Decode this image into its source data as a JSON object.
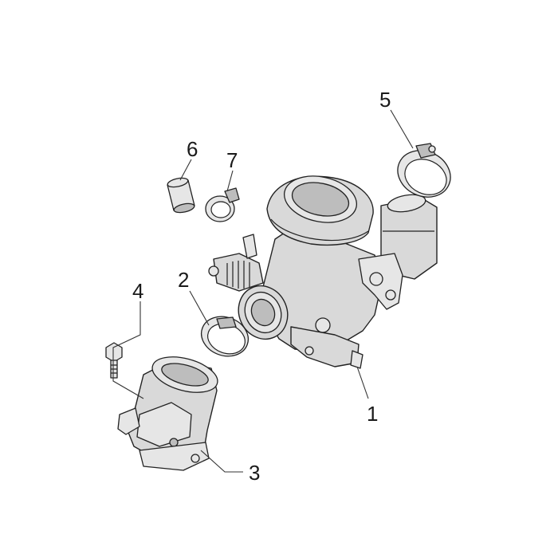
{
  "diagram": {
    "callouts": [
      {
        "id": "1",
        "label": "1"
      },
      {
        "id": "2",
        "label": "2"
      },
      {
        "id": "3",
        "label": "3"
      },
      {
        "id": "4",
        "label": "4"
      },
      {
        "id": "5",
        "label": "5"
      },
      {
        "id": "6",
        "label": "6"
      },
      {
        "id": "7",
        "label": "7"
      }
    ],
    "colors": {
      "line": "#222222",
      "part_fill": "#d9d9d9",
      "background": "#ffffff"
    }
  }
}
